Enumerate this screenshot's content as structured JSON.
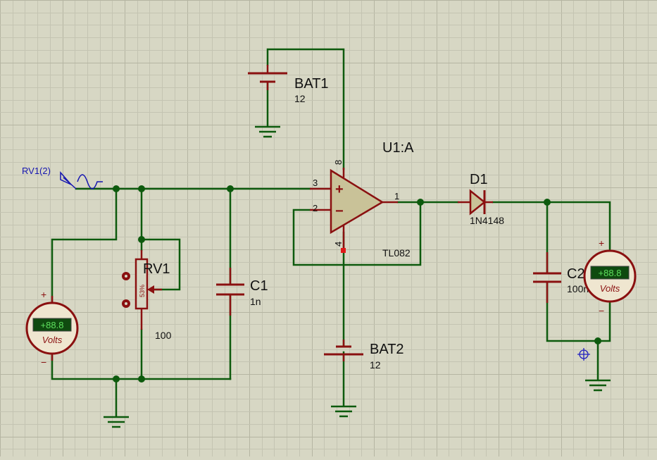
{
  "colors": {
    "background": "#d7d7c4",
    "grid": "#c4c4b2",
    "grid_major": "#b5b5a2",
    "wire": "#0d5a0d",
    "component": "#8a1010",
    "label": "#111111",
    "probe_label": "#1515b0",
    "meter_face": "#efe6d0",
    "meter_display": "#0f4a0f",
    "meter_digits": "#5ee05e",
    "pin_marker": "#e01818",
    "marker_blue": "#2020c0"
  },
  "components": {
    "bat1": {
      "ref": "BAT1",
      "value": "12"
    },
    "bat2": {
      "ref": "BAT2",
      "value": "12"
    },
    "opamp": {
      "ref": "U1:A",
      "part": "TL082",
      "pin_noninv": "3",
      "pin_inv": "2",
      "pin_out": "1",
      "pin_vplus": "8",
      "pin_vminus": "4",
      "plus_sign": "+",
      "minus_sign": "−"
    },
    "diode": {
      "ref": "D1",
      "part": "1N4148"
    },
    "c1": {
      "ref": "C1",
      "value": "1n"
    },
    "c2": {
      "ref": "C2",
      "value": "100n"
    },
    "rv1": {
      "ref": "RV1",
      "value": "100",
      "wiper_position": "53%"
    },
    "probe": {
      "label": "RV1(2)"
    },
    "voltmeter_left": {
      "reading": "+88.8",
      "unit": "Volts",
      "plus": "+",
      "minus": "−"
    },
    "voltmeter_right": {
      "reading": "+88.8",
      "unit": "Volts",
      "plus": "+",
      "minus": "−"
    }
  }
}
